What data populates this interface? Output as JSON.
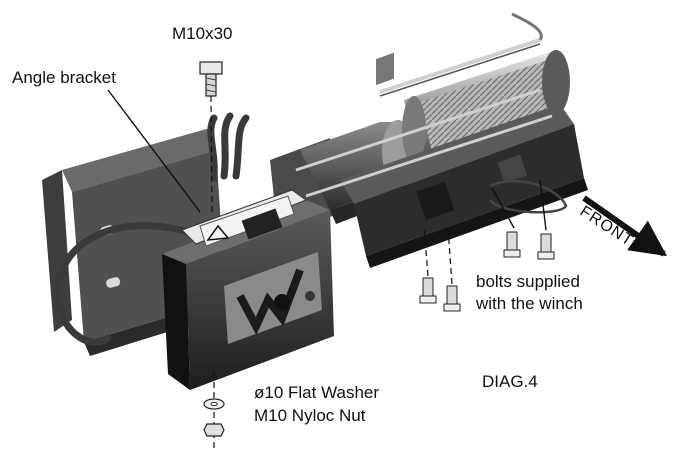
{
  "labels": {
    "top_bolt": "M10x30",
    "bracket": "Angle bracket",
    "bolts_line1": "bolts supplied",
    "bolts_line2": "with the winch",
    "washer": "ø10 Flat Washer",
    "nut": "M10 Nyloc Nut",
    "diagram_id": "DIAG.4",
    "direction": "FRONT"
  },
  "colors": {
    "ink": "#111111",
    "metal_dark": "#2a2a2a",
    "metal_mid": "#6b6b6b",
    "metal_light": "#bdbdbd",
    "control_box": "#3a3a3a",
    "logo_plate": "#8a8a8a"
  },
  "icons": [
    "warning-icon",
    "winch-logo-icon",
    "front-arrow-icon"
  ]
}
